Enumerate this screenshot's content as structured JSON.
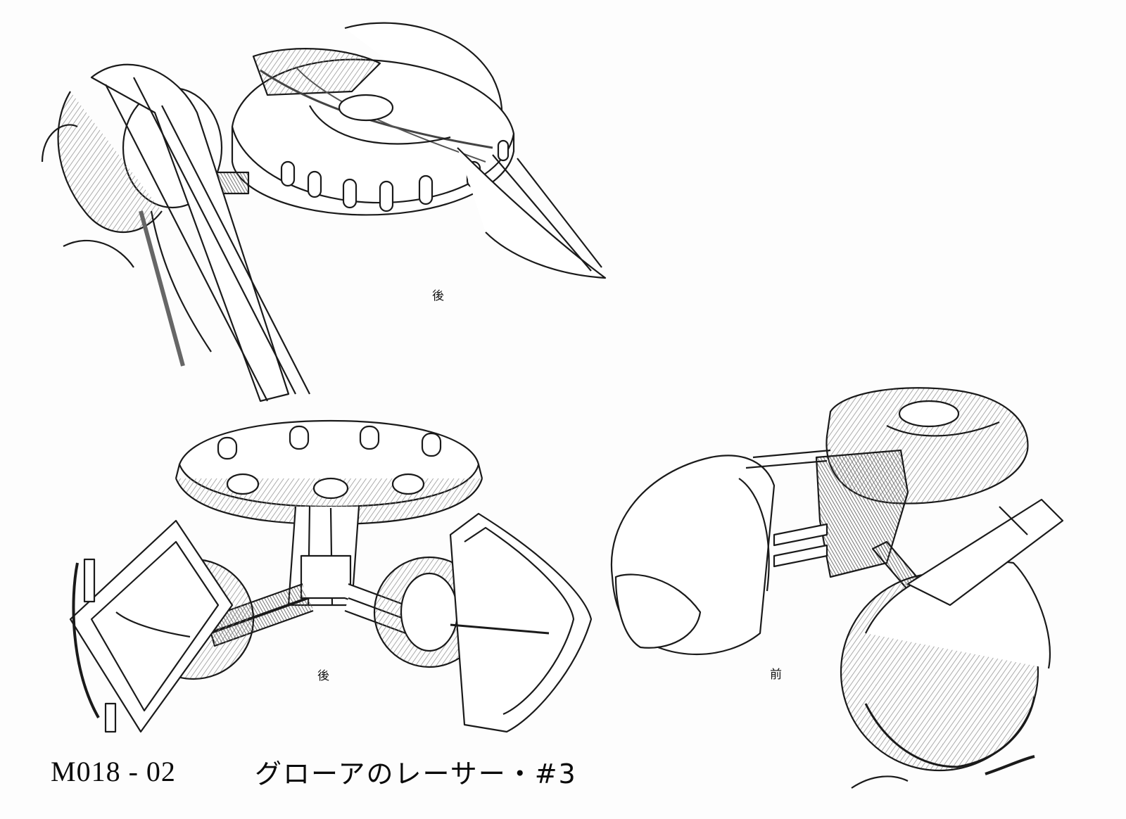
{
  "sheet": {
    "code": "M018 - 02",
    "title": "グローアのレーサー・#3"
  },
  "views": {
    "top": {
      "label": "後",
      "icon": "racer-rear-overhead-drawing"
    },
    "bottom_left": {
      "label": "後",
      "icon": "racer-rear-drawing"
    },
    "bottom_right": {
      "label": "前",
      "icon": "racer-front-drawing"
    }
  }
}
